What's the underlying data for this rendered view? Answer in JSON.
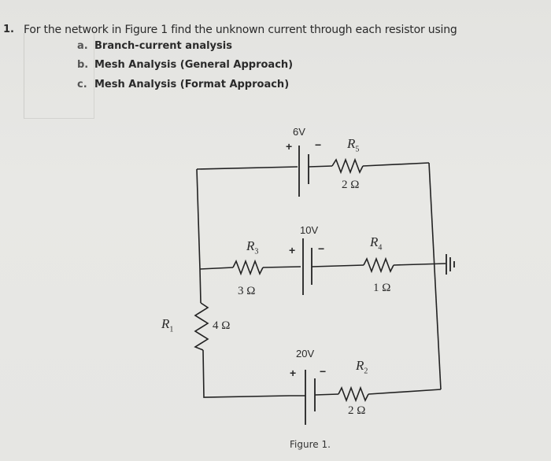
{
  "question": {
    "number": "1.",
    "text": "For the network in Figure 1 find the unknown current through each resistor using",
    "options": [
      {
        "letter": "a.",
        "label": "Branch-current analysis"
      },
      {
        "letter": "b.",
        "label": "Mesh Analysis (General Approach)"
      },
      {
        "letter": "c.",
        "label": "Mesh Analysis (Format Approach)"
      }
    ]
  },
  "circuit": {
    "sources": [
      {
        "id": "E1",
        "voltage": "6V",
        "plus": "+",
        "minus": "−"
      },
      {
        "id": "E2",
        "voltage": "10V",
        "plus": "+",
        "minus": "−"
      },
      {
        "id": "E3",
        "voltage": "20V",
        "plus": "+",
        "minus": "−"
      }
    ],
    "resistors": [
      {
        "name": "R",
        "sub": "1",
        "value": "4 Ω"
      },
      {
        "name": "R",
        "sub": "2",
        "value": "2 Ω"
      },
      {
        "name": "R",
        "sub": "3",
        "value": "3 Ω"
      },
      {
        "name": "R",
        "sub": "4",
        "value": "1 Ω"
      },
      {
        "name": "R",
        "sub": "5",
        "value": "2 Ω"
      }
    ],
    "ground_symbol": "ground-icon"
  },
  "figure_caption": "Figure 1."
}
